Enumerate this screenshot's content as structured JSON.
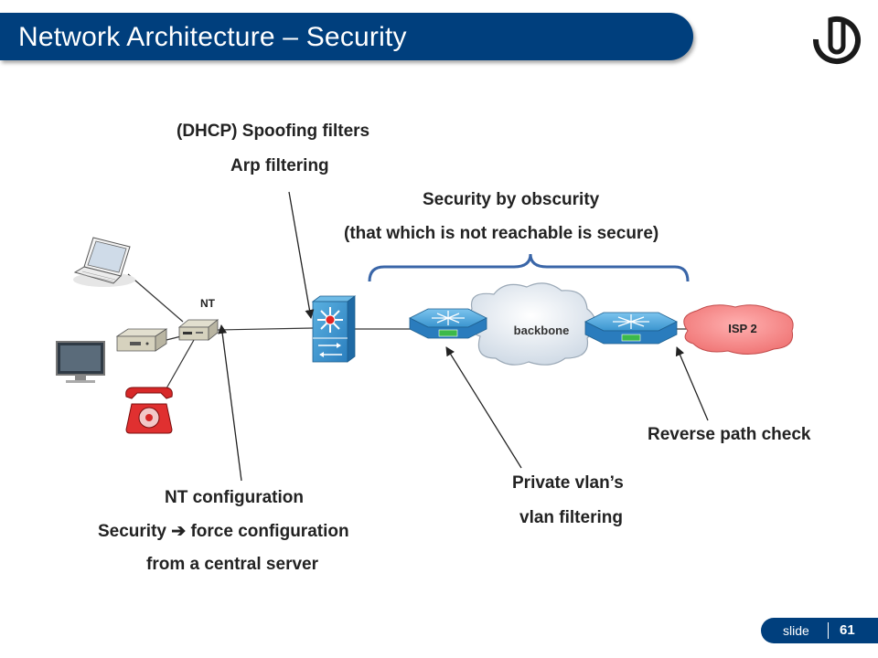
{
  "title": "Network Architecture – Security",
  "footer": {
    "slide_word": "slide",
    "slide_number": "61"
  },
  "nodes": {
    "nt": "NT",
    "backbone": "backbone",
    "isp": "ISP 2"
  },
  "annotations": {
    "dhcp_line1": "(DHCP) Spoofing filters",
    "dhcp_line2": "Arp filtering",
    "obscurity_line1": "Security by obscurity",
    "obscurity_line2": "(that which is not reachable is secure)",
    "nt_line1": "NT configuration",
    "nt_line2": "Security ➔ force configuration",
    "nt_line3": "from a central server",
    "vlan_line1": "Private vlan’s",
    "vlan_line2": "vlan filtering",
    "rpc": "Reverse path check"
  },
  "icons": [
    "logo-icon",
    "laptop-icon",
    "set-top-box-icon",
    "monitor-icon",
    "telephone-icon",
    "nt-device-icon",
    "switch-icon",
    "router-icon",
    "cloud-icon"
  ],
  "colors": {
    "title_bar": "#003f7d",
    "brace": "#3a66a8",
    "router_fill": "#4aa3d8",
    "isp_cloud": "#f08080",
    "backbone_cloud": "#dfe7ef"
  }
}
